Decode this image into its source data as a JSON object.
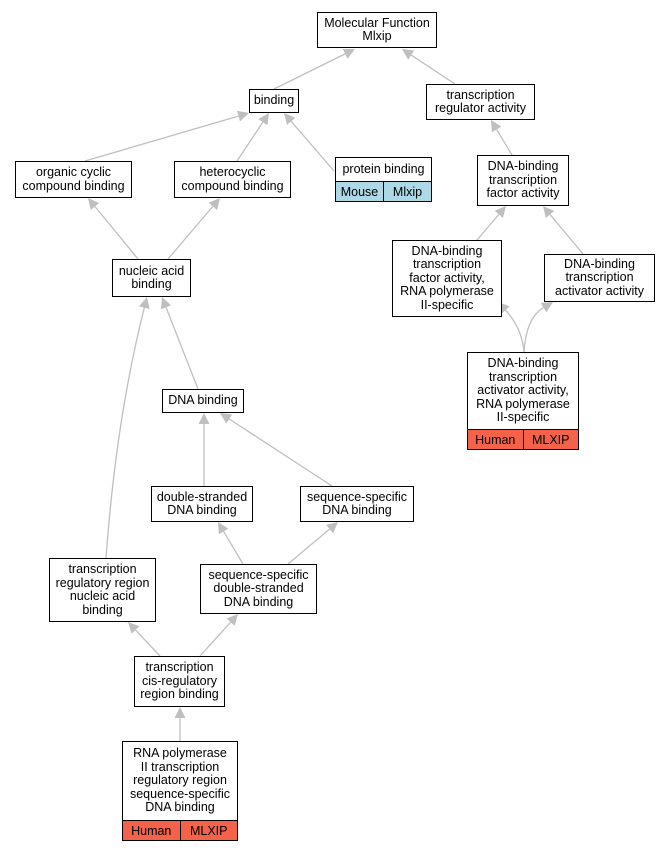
{
  "nodes": {
    "mf": {
      "label": "Molecular Function\nMlxip"
    },
    "binding": {
      "label": "binding"
    },
    "tra": {
      "label": "transcription\nregulator activity"
    },
    "ocb": {
      "label": "organic cyclic\ncompound binding"
    },
    "hcb": {
      "label": "heterocyclic\ncompound binding"
    },
    "pb": {
      "label": "protein binding",
      "tags": [
        "Mouse",
        "Mlxip"
      ],
      "tag_color": "#add8e6"
    },
    "dbtfa": {
      "label": "DNA-binding\ntranscription\nfactor activity"
    },
    "nab": {
      "label": "nucleic acid\nbinding"
    },
    "dbtfa2": {
      "label": "DNA-binding\ntranscription\nfactor activity,\nRNA polymerase\nII-specific"
    },
    "dbtaa": {
      "label": "DNA-binding\ntranscription\nactivator activity"
    },
    "dbtaa2": {
      "label": "DNA-binding\ntranscription\nactivator activity,\nRNA polymerase\nII-specific",
      "tags": [
        "Human",
        "MLXIP"
      ],
      "tag_color": "#f4624a"
    },
    "db": {
      "label": "DNA binding"
    },
    "dsdb": {
      "label": "double-stranded\nDNA binding"
    },
    "ssdb": {
      "label": "sequence-specific\nDNA binding"
    },
    "trr": {
      "label": "transcription\nregulatory region\nnucleic acid\nbinding"
    },
    "ssds": {
      "label": "sequence-specific\ndouble-stranded\nDNA binding"
    },
    "tcrb": {
      "label": "transcription\ncis-regulatory\nregion binding"
    },
    "rnap": {
      "label": "RNA polymerase\nII transcription\nregulatory region\nsequence-specific\nDNA binding",
      "tags": [
        "Human",
        "MLXIP"
      ],
      "tag_color": "#f4624a"
    }
  },
  "edges": [
    [
      "binding",
      "mf"
    ],
    [
      "tra",
      "mf"
    ],
    [
      "ocb",
      "binding"
    ],
    [
      "hcb",
      "binding"
    ],
    [
      "pb",
      "binding"
    ],
    [
      "dbtfa",
      "tra"
    ],
    [
      "nab",
      "ocb"
    ],
    [
      "nab",
      "hcb"
    ],
    [
      "dbtfa2",
      "dbtfa"
    ],
    [
      "dbtaa",
      "dbtfa"
    ],
    [
      "dbtaa2",
      "dbtfa2"
    ],
    [
      "dbtaa2",
      "dbtaa"
    ],
    [
      "db",
      "nab"
    ],
    [
      "trr",
      "nab"
    ],
    [
      "dsdb",
      "db"
    ],
    [
      "ssdb",
      "db"
    ],
    [
      "ssds",
      "dsdb"
    ],
    [
      "ssds",
      "ssdb"
    ],
    [
      "tcrb",
      "trr"
    ],
    [
      "tcrb",
      "ssds"
    ],
    [
      "rnap",
      "tcrb"
    ]
  ],
  "colors": {
    "edge": "#bfbfbf",
    "mouse": "#add8e6",
    "human": "#f4624a"
  }
}
